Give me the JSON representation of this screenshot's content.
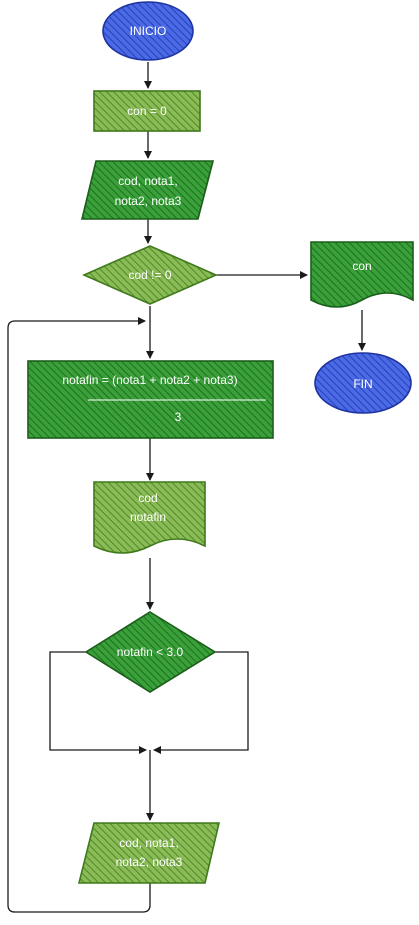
{
  "colors": {
    "blue_fill": "#2f52d6",
    "blue_stroke": "#1e33a0",
    "light_green_fill": "#77a843",
    "light_green_stroke": "#3f7a1c",
    "dark_green_fill": "#2e8e2e",
    "dark_green_stroke": "#1b5e1b",
    "edge": "#1a1a1a"
  },
  "nodes": {
    "start": {
      "label": "INICIO"
    },
    "init": {
      "label": "con = 0"
    },
    "input1": {
      "line1": "cod, nota1,",
      "line2": "nota2, nota3"
    },
    "decision1": {
      "label": "cod != 0"
    },
    "output_con": {
      "label": "con"
    },
    "end": {
      "label": "FIN"
    },
    "process": {
      "numerator": "notafin = (nota1 + nota2 + nota3)",
      "denominator": "3"
    },
    "output_notafin": {
      "line1": "cod",
      "line2": "notafin"
    },
    "decision2": {
      "label": "notafin < 3.0"
    },
    "input2": {
      "line1": "cod, nota1,",
      "line2": "nota2, nota3"
    }
  }
}
